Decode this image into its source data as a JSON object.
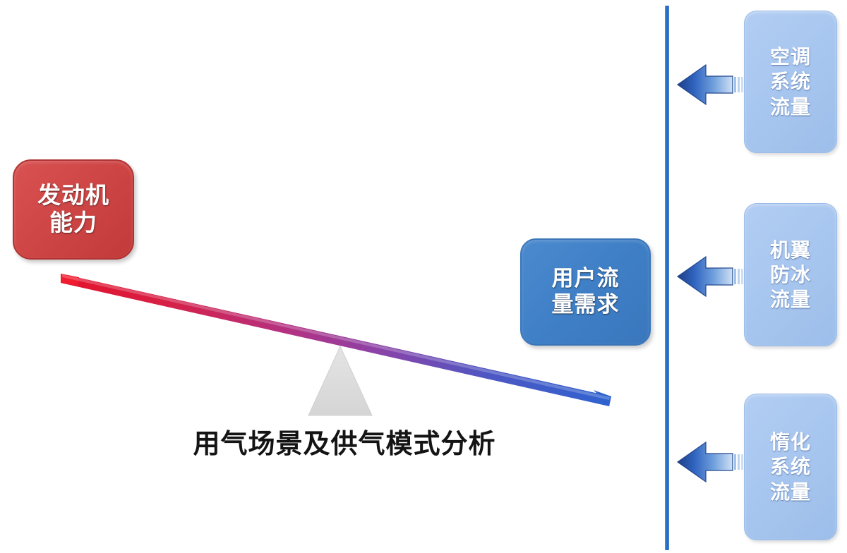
{
  "diagram": {
    "title_caption": "用气场景及供气模式分析",
    "colors": {
      "engine_red": "#cf4646",
      "demand_blue": "#3f7fc6",
      "consumer_blue": "#a7c6ef",
      "spine_blue": "#2a6fc9",
      "fulcrum_gray": "#dcdcdc",
      "beam_left": "#e3132b",
      "beam_mid": "#9a3a9e",
      "beam_right": "#2f63cf",
      "arrow_dark": "#22468f",
      "arrow_light": "#9ec4ec",
      "caption_text": "#141414"
    }
  },
  "engine_box": {
    "label": "发动机能力",
    "line1": "发动机",
    "line2": "能力"
  },
  "demand_box": {
    "label": "用户流量需求",
    "line1": "用户流",
    "line2": "量需求"
  },
  "consumers": [
    {
      "label": "空调系统流量",
      "line1": "空调",
      "line2": "系统",
      "line3": "流量",
      "arrow": "arrow-left-icon"
    },
    {
      "label": "机翼防冰流量",
      "line1": "机翼",
      "line2": "防冰",
      "line3": "流量",
      "arrow": "arrow-left-icon"
    },
    {
      "label": "惰化系统流量",
      "line1": "惰化",
      "line2": "系统",
      "line3": "流量",
      "arrow": "arrow-left-icon"
    }
  ],
  "seesaw": {
    "beam_name": "balance-beam",
    "fulcrum_name": "fulcrum-triangle",
    "tilt_description": "left-high-right-low"
  }
}
